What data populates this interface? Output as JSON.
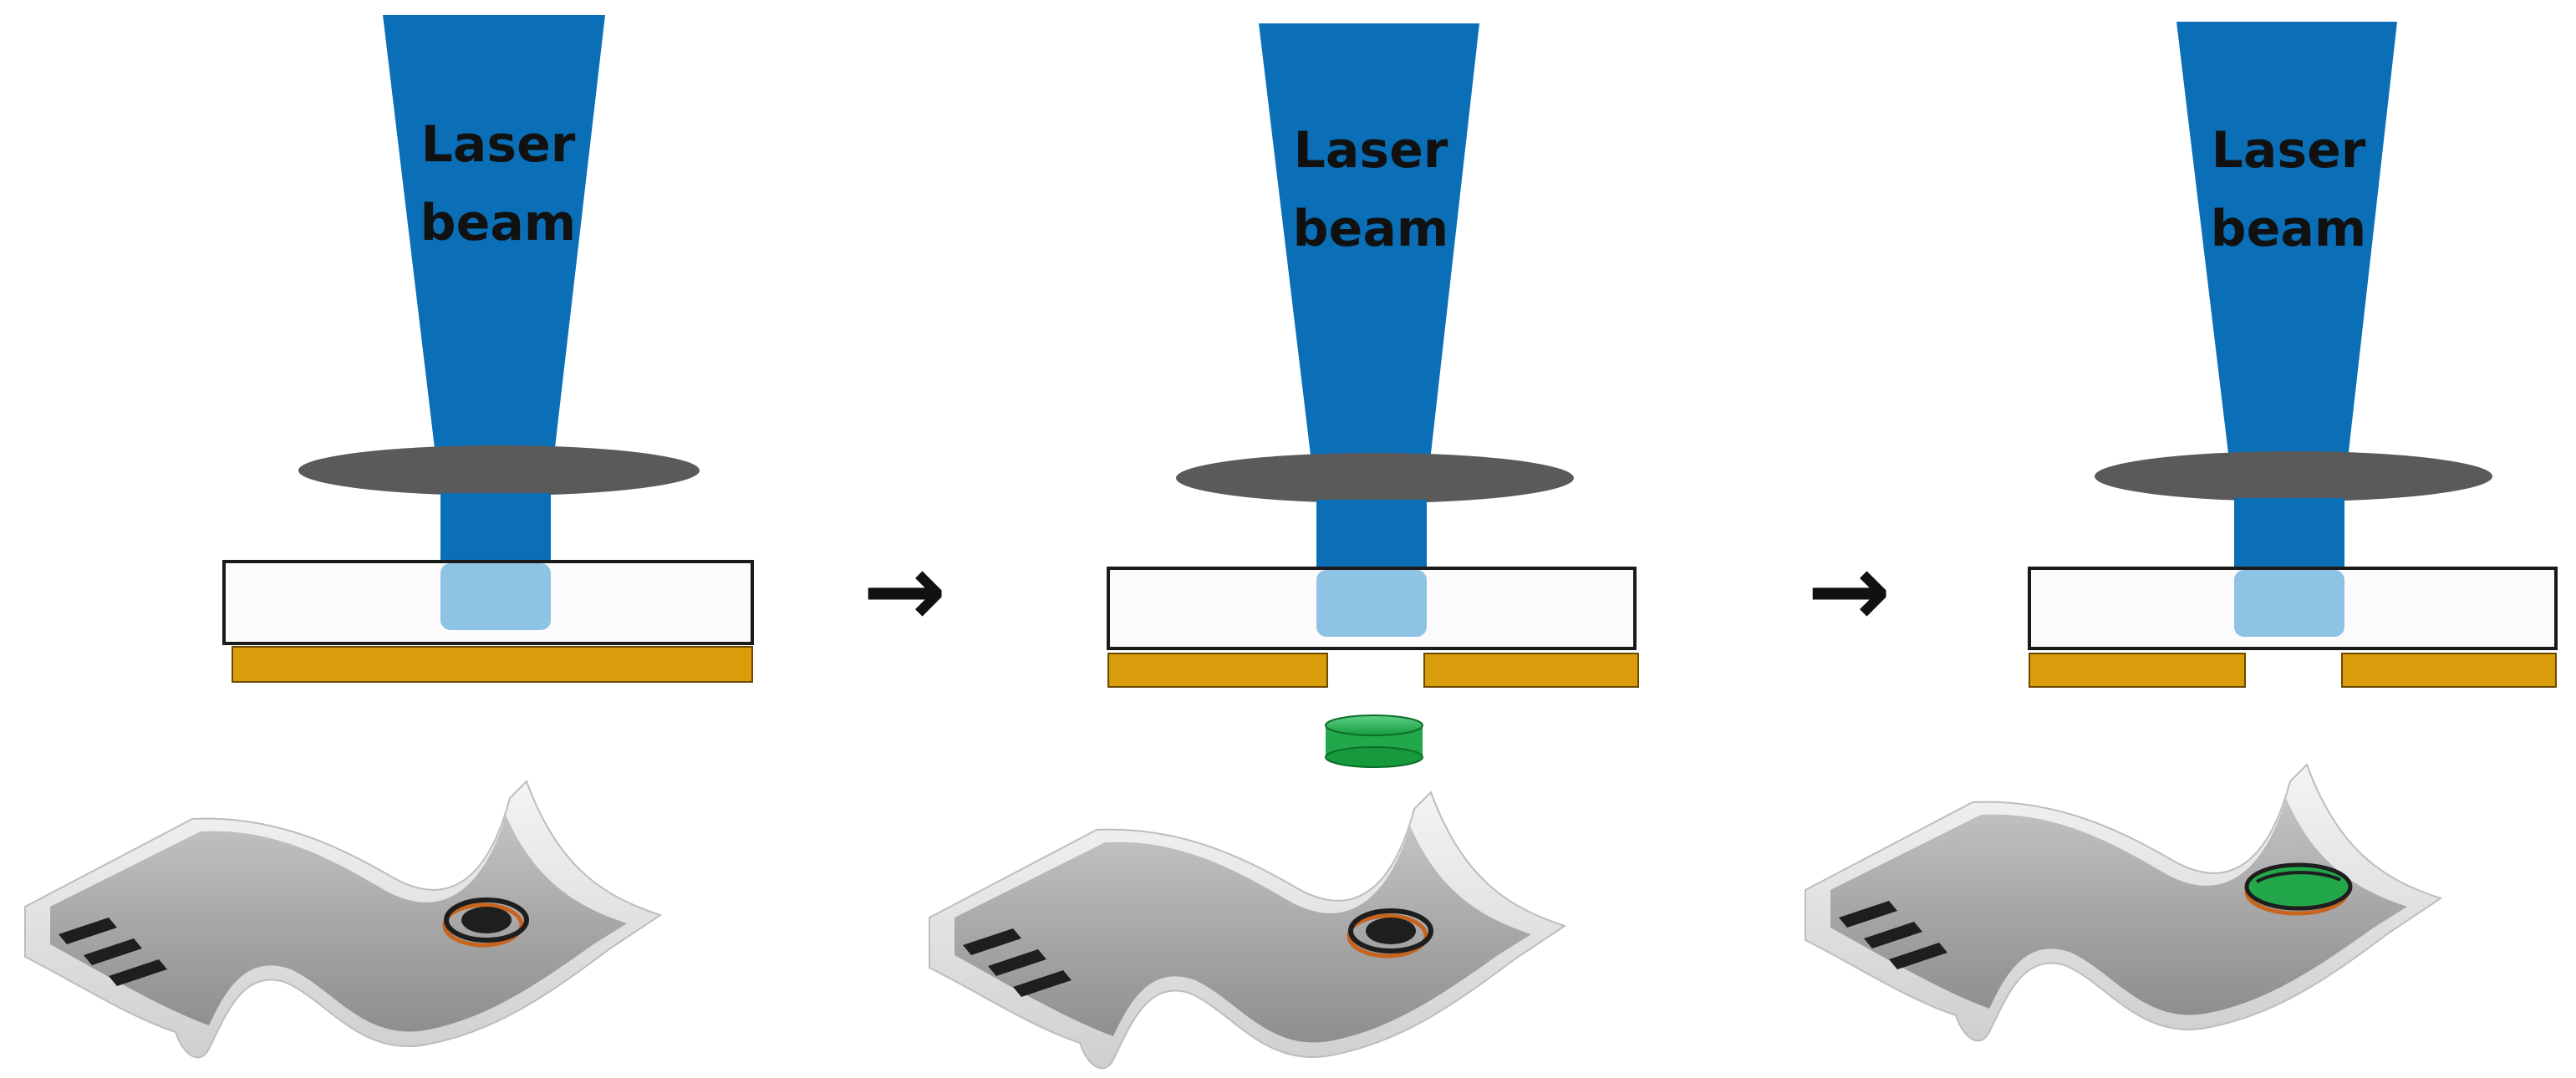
{
  "colors": {
    "laser_beam": "#0a6fb7",
    "beam_transmitted": "#8fc3e6",
    "lens": "#5a5a5a",
    "substrate_outline": "#1a1a1a",
    "donor_film": "#d99c0a",
    "ejected_droplet": "#22a84a",
    "device_body": "#a9a9a9",
    "device_edge": "#e4e4e4",
    "electrode_dark": "#1e1e1e",
    "electrode_ring": "#c8641e",
    "arrow": "#111111"
  },
  "panels": [
    {
      "label_line1": "Laser",
      "label_line2": "beam",
      "film_state": "continuous",
      "droplet": false,
      "sensor_state": "uncoated"
    },
    {
      "label_line1": "Laser",
      "label_line2": "beam",
      "film_state": "gap",
      "droplet": true,
      "sensor_state": "uncoated"
    },
    {
      "label_line1": "Laser",
      "label_line2": "beam",
      "film_state": "gap",
      "droplet": false,
      "sensor_state": "coated"
    }
  ],
  "arrows": [
    {
      "glyph": "→"
    },
    {
      "glyph": "→"
    }
  ],
  "icons": {
    "transition_arrow": "right-arrow-icon",
    "lens": "lens-icon",
    "sensor": "sensor-strip-icon"
  }
}
